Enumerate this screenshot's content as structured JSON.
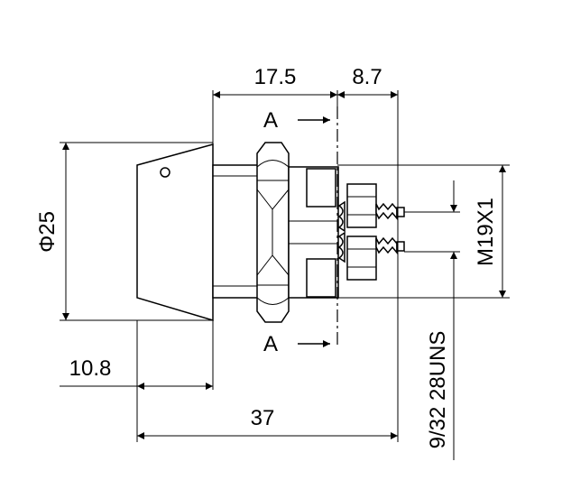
{
  "drawing": {
    "dimensions": {
      "length_front": "17.5",
      "length_rear": "8.7",
      "diameter": "Φ25",
      "cap_offset": "10.8",
      "overall_length": "37",
      "thread_body": "M19X1",
      "thread_stud": "9/32 28UNS"
    },
    "section_labels": {
      "upper": "A",
      "lower": "A"
    }
  }
}
